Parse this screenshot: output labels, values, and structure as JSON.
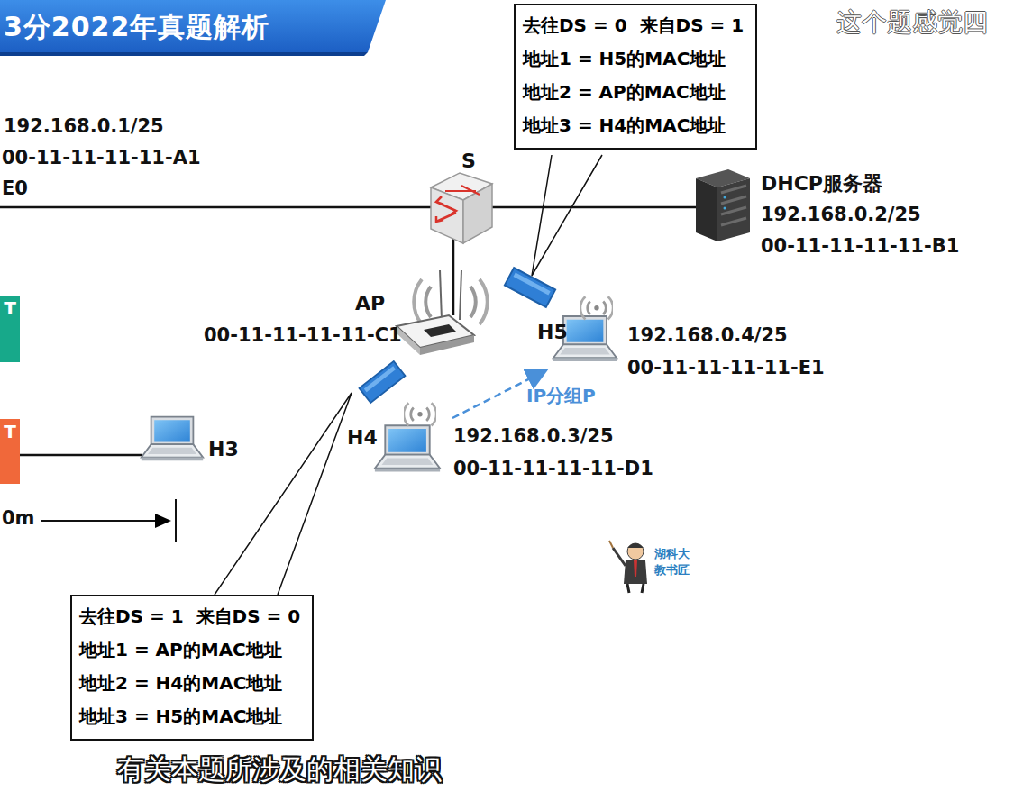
{
  "diagram": {
    "title": "3分2022年真题解析",
    "caption": "有关本题所涉及的相关知识",
    "nodes": [
      {
        "text": [
          "去往DS = 0  来自DS = 1",
          "地址1 = H5的MAC地址",
          "地址2 = AP的MAC地址",
          "地址3 = H4的MAC地址"
        ]
      },
      {
        "text": [
          "T"
        ]
      },
      {
        "text": [
          "T"
        ]
      },
      {
        "text": [
          "去往DS = 1  来自DS = 0",
          "地址1 = AP的MAC地址",
          "地址2 = H4的MAC地址",
          "地址3 = H5的MAC地址"
        ]
      }
    ],
    "labels": [
      "这个题感觉四",
      "192.168.0.1/25",
      "00-11-11-11-11-A1",
      "E0",
      "S",
      "DHCP服务器",
      "192.168.0.2/25",
      "00-11-11-11-11-B1",
      "AP",
      "00-11-11-11-11-C1",
      "H5",
      "192.168.0.4/25",
      "00-11-11-11-11-E1",
      "IP分组P",
      "H4",
      "192.168.0.3/25",
      "00-11-11-11-11-D1",
      "H3",
      "0m",
      "湖科大",
      "教书匠"
    ]
  }
}
